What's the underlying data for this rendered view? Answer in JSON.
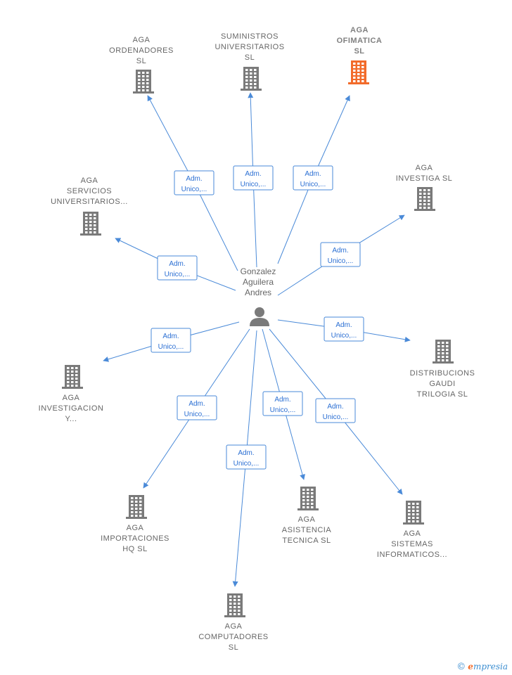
{
  "person": {
    "lines": [
      "Gonzalez",
      "Aguilera",
      "Andres"
    ]
  },
  "edge_label": [
    "Adm.",
    "Unico,..."
  ],
  "colors": {
    "edge": "#4a8ad8",
    "building": "#7a7a7a",
    "highlight": "#f26b2a"
  },
  "companies": [
    {
      "id": "aga-ordenadores",
      "lines": [
        "AGA",
        "ORDENADORES",
        "SL"
      ],
      "highlight": false
    },
    {
      "id": "suministros",
      "lines": [
        "SUMINISTROS",
        "UNIVERSITARIOS",
        "SL"
      ],
      "highlight": false
    },
    {
      "id": "aga-ofimatica",
      "lines": [
        "AGA",
        "OFIMATICA",
        "SL"
      ],
      "highlight": true
    },
    {
      "id": "aga-investiga",
      "lines": [
        "AGA",
        "INVESTIGA  SL"
      ],
      "highlight": false
    },
    {
      "id": "aga-servicios",
      "lines": [
        "AGA",
        "SERVICIOS",
        "UNIVERSITARIOS..."
      ],
      "highlight": false
    },
    {
      "id": "distribucions",
      "lines": [
        "DISTRIBUCIONS",
        "GAUDI",
        "TRILOGIA  SL"
      ],
      "highlight": false
    },
    {
      "id": "aga-investigacion",
      "lines": [
        "AGA",
        "INVESTIGACION",
        "Y..."
      ],
      "highlight": false
    },
    {
      "id": "aga-importaciones",
      "lines": [
        "AGA",
        "IMPORTACIONES",
        "HQ  SL"
      ],
      "highlight": false
    },
    {
      "id": "aga-asistencia",
      "lines": [
        "AGA",
        "ASISTENCIA",
        "TECNICA  SL"
      ],
      "highlight": false
    },
    {
      "id": "aga-sistemas",
      "lines": [
        "AGA",
        "SISTEMAS",
        "INFORMATICOS..."
      ],
      "highlight": false
    },
    {
      "id": "aga-computadores",
      "lines": [
        "AGA",
        "COMPUTADORES",
        "SL"
      ],
      "highlight": false
    }
  ],
  "watermark": {
    "copyright": "©",
    "brand_initial": "e",
    "brand_rest": "mpresia"
  }
}
